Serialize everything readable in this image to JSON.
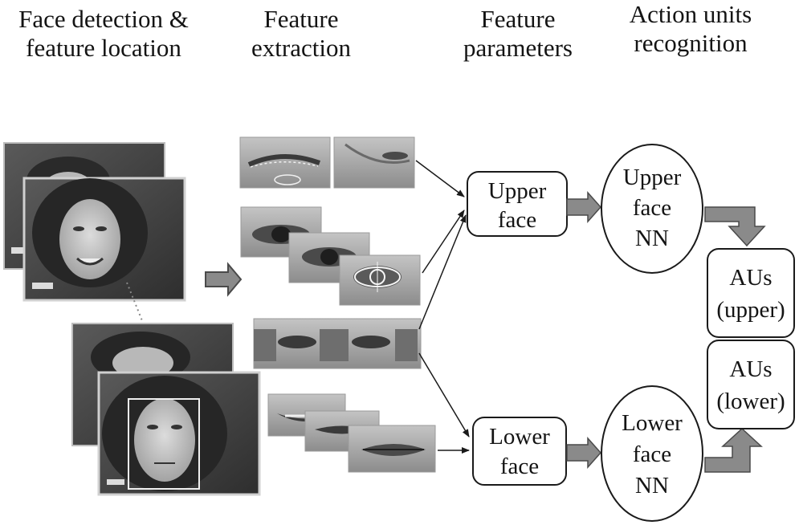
{
  "headers": {
    "stage1": [
      "Face detection &",
      "feature location"
    ],
    "stage2": [
      "Feature",
      "extraction"
    ],
    "stage3": [
      "Feature",
      "parameters"
    ],
    "stage4": [
      "Action units",
      "recognition"
    ]
  },
  "nodes": {
    "upper_face": [
      "Upper",
      "face"
    ],
    "lower_face": [
      "Lower",
      "face"
    ],
    "upper_nn": [
      "Upper",
      "face",
      "NN"
    ],
    "lower_nn": [
      "Lower",
      "face",
      "NN"
    ],
    "aus_upper": [
      "AUs",
      "(upper)"
    ],
    "aus_lower": [
      "AUs",
      "(lower)"
    ]
  },
  "colors": {
    "arrow_fill": "#8a8a8a",
    "arrow_stroke": "#4a4a4a",
    "photo_dark": "#3a3a3a",
    "photo_mid": "#7a7a7a",
    "skin": "#c8c8c8",
    "hair": "#2a2a2a",
    "eye_patch": "#6e6e6e",
    "line": "#1a1a1a"
  }
}
